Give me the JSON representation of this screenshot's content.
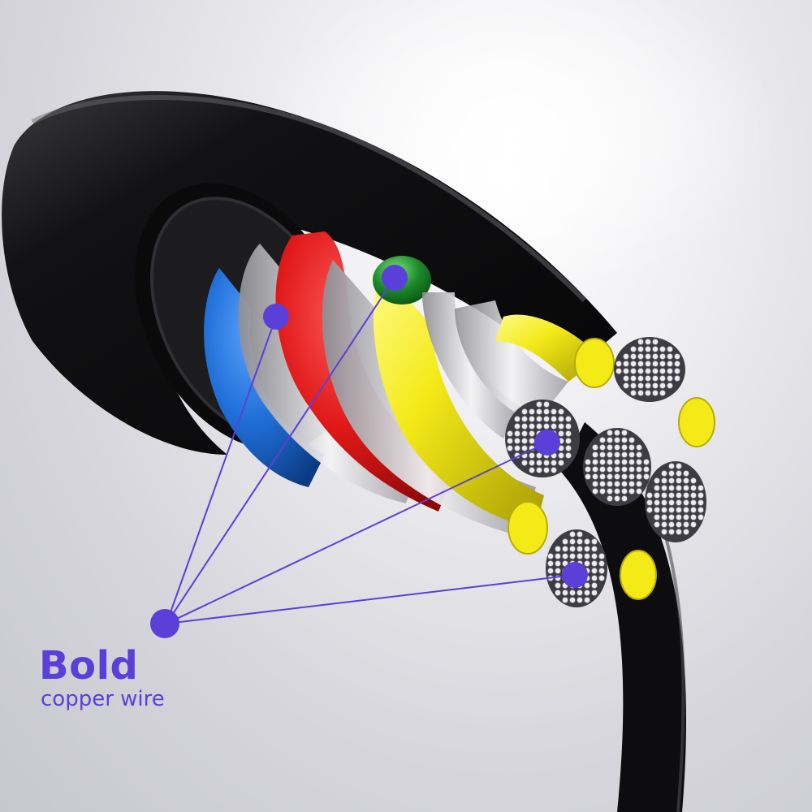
{
  "caption": {
    "title": "Bold",
    "subtitle": "copper wire"
  },
  "colors": {
    "accent": "#5b3fd9",
    "jacket": "#161618",
    "conductor_yellow": "#f4ea18",
    "insulation_blue": "#1f6fd8",
    "insulation_red": "#e01818",
    "insulation_green": "#1c8a2a",
    "strand_silver": "#d8d8dc"
  },
  "icons": {
    "callout_hub": "callout-hub-dot",
    "callout_marker": "callout-marker-dot"
  }
}
